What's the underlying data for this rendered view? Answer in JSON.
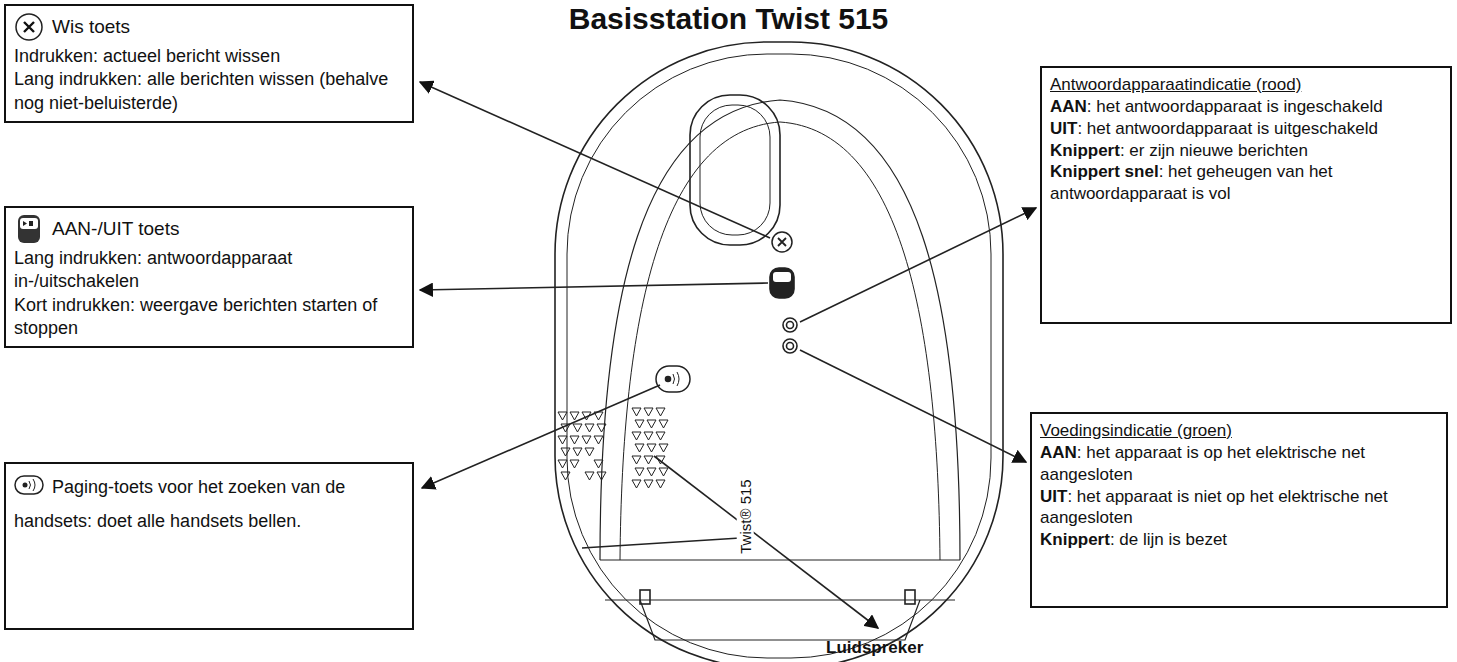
{
  "diagram": {
    "title": "Basisstation Twist 515",
    "nodes": [
      {
        "text": [
          "Wis toets",
          "Indrukken: actueel bericht wissen",
          "Lang indrukken: alle berichten wissen (behalve nog niet-beluisterde)"
        ]
      },
      {
        "text": [
          "AAN-/UIT toets",
          "Lang indrukken: antwoordapparaat in-/uitschakelen",
          "Kort indrukken: weergave berichten starten of stoppen"
        ]
      },
      {
        "text": [
          "Paging-toets voor het zoeken van de handsets: doet alle handsets bellen."
        ]
      },
      {
        "text": [
          "Antwoordapparaatindicatie (rood)",
          "AAN",
          ": het antwoordapparaat is ingeschakeld",
          "UIT",
          ": het antwoordapparaat is uitgeschakeld",
          "Knippert",
          ": er zijn nieuwe berichten",
          "Knippert snel",
          ": het geheugen van het antwoordapparaat is vol"
        ]
      },
      {
        "text": [
          "Voedingsindicatie (groen)",
          "AAN",
          ": het apparaat is op het elektrische net aangesloten",
          "UIT",
          ": het apparaat is niet op het elektrische net aangesloten",
          "Knippert",
          ": de lijn is bezet"
        ]
      }
    ],
    "labels": [
      "Luidspreker",
      "Twist® 515"
    ]
  }
}
